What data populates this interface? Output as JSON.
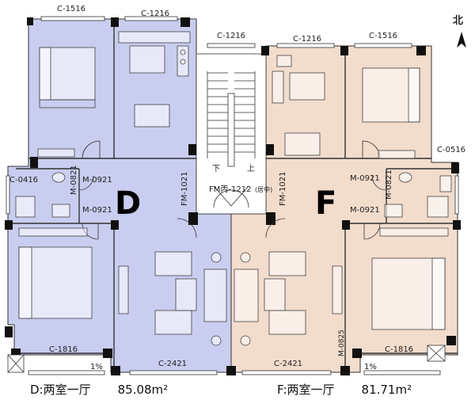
{
  "compass": {
    "label": "北"
  },
  "units": {
    "D": {
      "letter": "D",
      "fill": "#c9cdf0",
      "caption_title": "D:两室一厅",
      "caption_area": "85.08m²"
    },
    "F": {
      "letter": "F",
      "fill": "#f2dccc",
      "caption_title": "F:两室一厅",
      "caption_area": "81.71m²"
    }
  },
  "window_labels": {
    "top_d1": "C-1516",
    "top_d2": "C-1216",
    "top_mid": "C-1216",
    "top_f1": "C-1216",
    "top_f2": "C-1516",
    "d_side": "C-0416",
    "f_side": "C-0516",
    "d_bottom": "C-1816",
    "f_bottom": "C-1816",
    "d_south": "C-2421",
    "f_south": "C-2421"
  },
  "door_labels": {
    "d_m1": "M-0921",
    "d_m2": "M-0921",
    "d_m3": "M-0821",
    "d_fm": "FM-1021",
    "f_m1": "M-0921",
    "f_m2": "M-0921",
    "f_m3": "M-0821",
    "f_fm": "FM-1021",
    "stair_fm": "FM丙-1212",
    "stair_fm_note": "(居中)",
    "f_m4": "M-0825"
  },
  "stair_labels": {
    "down": "下",
    "up": "上"
  },
  "slope_labels": {
    "d": "1%",
    "f": "1%"
  },
  "colors": {
    "wall": "#111111",
    "line": "#333333",
    "furniture": "#444444"
  }
}
